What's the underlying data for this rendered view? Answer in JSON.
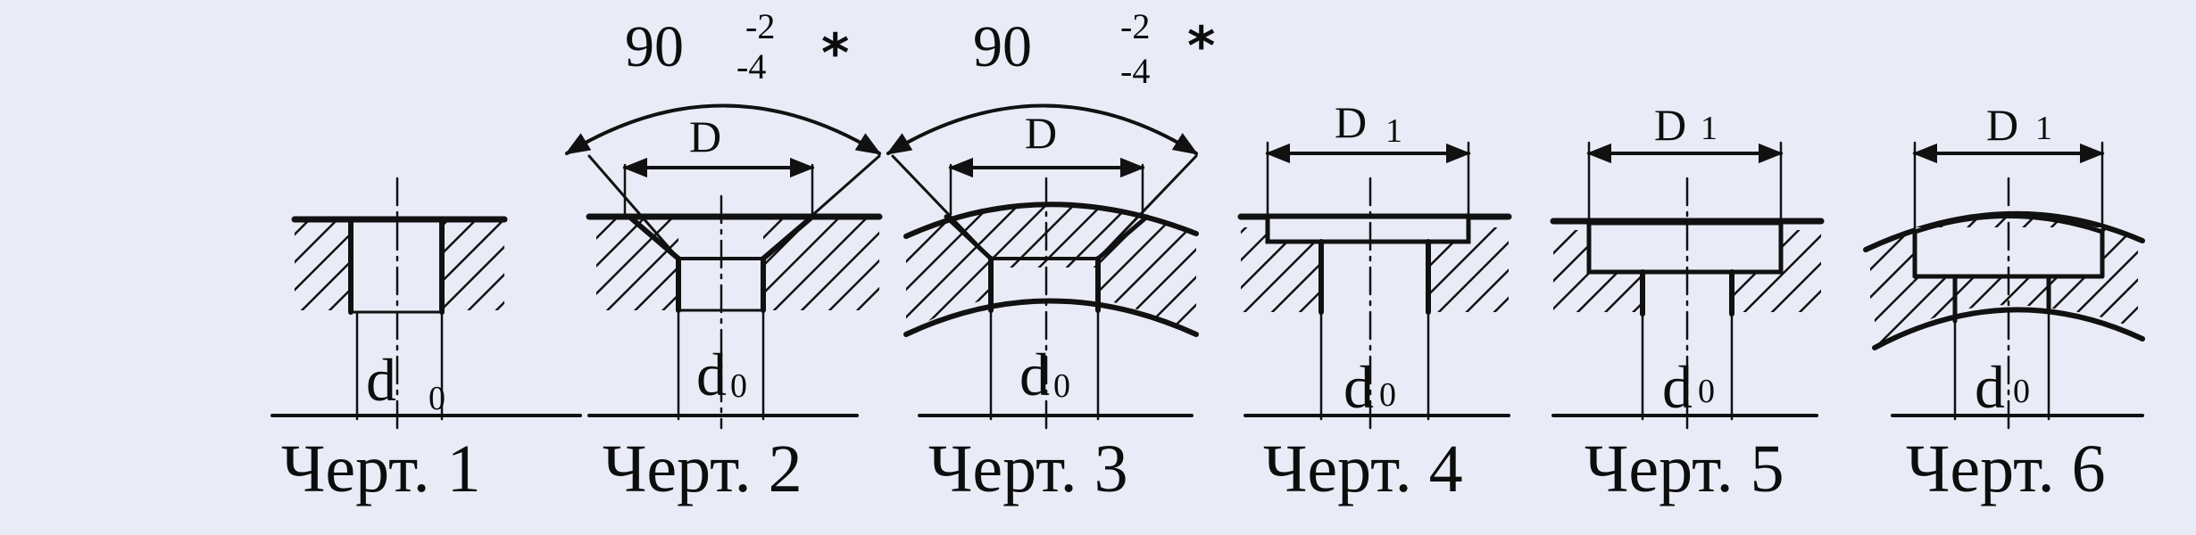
{
  "figures": [
    {
      "caption": "Черт. 1",
      "d_symbol": "d",
      "d_sub": "0"
    },
    {
      "caption": "Черт. 2",
      "d_symbol": "d",
      "d_sub": "0",
      "D_label": "D",
      "angle": "90",
      "tol_upper": "-2",
      "tol_lower": "-4",
      "star": "*"
    },
    {
      "caption": "Черт. 3",
      "d_symbol": "d",
      "d_sub": "0",
      "D_label": "D",
      "angle": "90",
      "tol_upper": "-2",
      "tol_lower": "-4",
      "star": "*"
    },
    {
      "caption": "Черт. 4",
      "d_symbol": "d",
      "d_sub": "0",
      "D_label": "D",
      "D_sub": "1"
    },
    {
      "caption": "Черт. 5",
      "d_symbol": "d",
      "d_sub": "0",
      "D_label": "D",
      "D_sub": "1"
    },
    {
      "caption": "Черт. 6",
      "d_symbol": "d",
      "d_sub": "0",
      "D_label": "D",
      "D_sub": "1"
    }
  ],
  "colors": {
    "background": "#e9ebf6",
    "ink": "#0d0d0d"
  }
}
